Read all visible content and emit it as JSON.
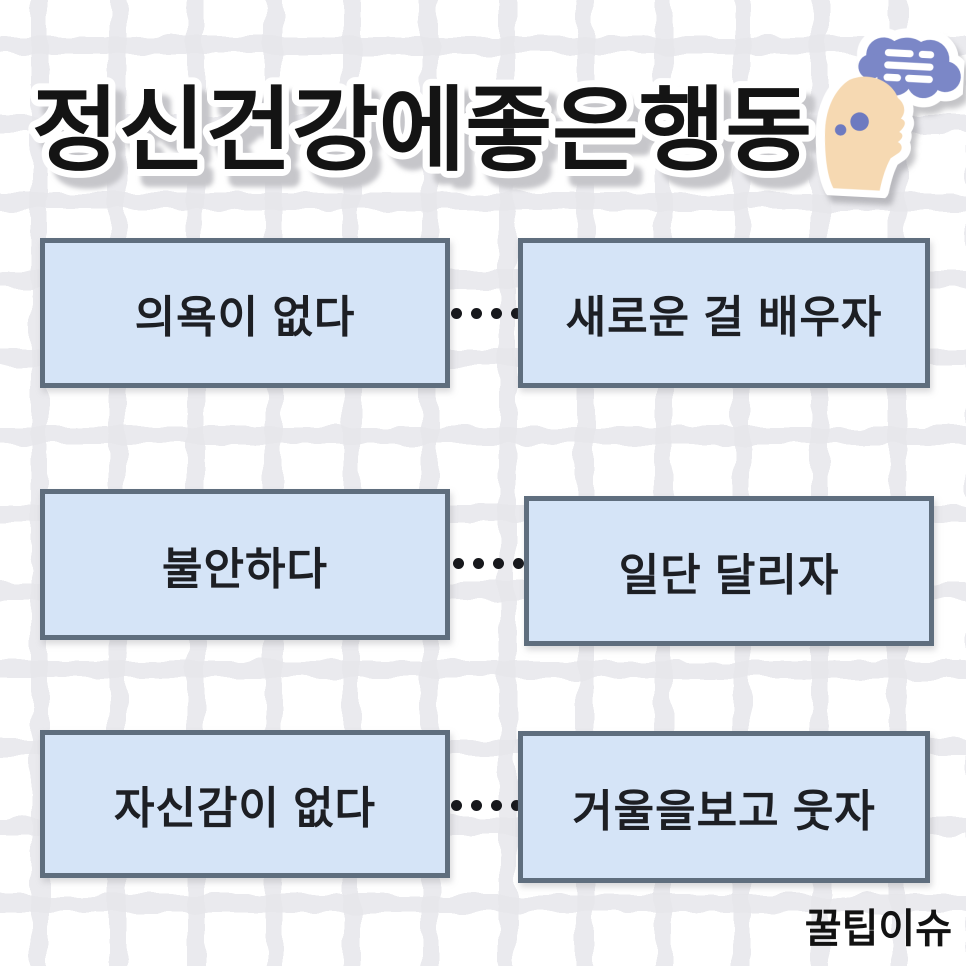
{
  "page": {
    "title": "정신건강에좋은행동",
    "brand": "꿀팁이슈"
  },
  "icons": {
    "header_icon": "head-profile-with-thought-cloud-icon"
  },
  "rows": [
    {
      "problem": "의욕이 없다",
      "solution": "새로운 걸 배우자"
    },
    {
      "problem": "불안하다",
      "solution": "일단 달리자"
    },
    {
      "problem": "자신감이 없다",
      "solution": "거울을보고 웃자"
    }
  ],
  "connector_style": "four-black-dots",
  "colors": {
    "box_fill": "#d5e4f7",
    "box_border": "#5f6e7e",
    "background": "#ffffff",
    "background_grid": "#e9e9ed",
    "title_text": "#141414",
    "title_outline": "#ffffff",
    "title_shadow": "#c6c6ca",
    "thought_cloud": "#7b87c7",
    "head_skin": "#f6d9b2",
    "head_dots": "#6d7ac0",
    "connector_dot": "#17181c",
    "brand_text": "#121212"
  }
}
